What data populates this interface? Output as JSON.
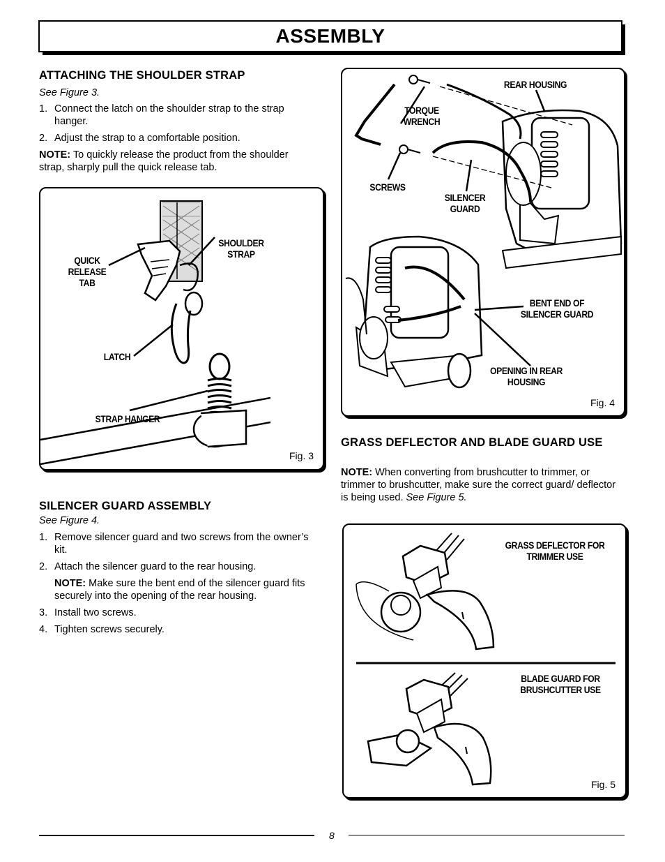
{
  "page": {
    "title": "ASSEMBLY",
    "page_number": "8"
  },
  "shoulder_strap": {
    "heading": "ATTACHING THE SHOULDER STRAP",
    "see_figure": "See Figure 3.",
    "steps": [
      {
        "num": "1.",
        "text": "Connect the latch on the shoulder strap to the strap hanger."
      },
      {
        "num": "2.",
        "text": "Adjust the strap to a comfortable position."
      }
    ],
    "note_label": "NOTE:",
    "note_text": " To quickly release the product from the shoulder strap, sharply pull the quick release tab."
  },
  "fig3": {
    "labels": {
      "quick_release_tab": "QUICK RELEASE TAB",
      "shoulder_strap": "SHOULDER STRAP",
      "latch": "LATCH",
      "strap_hanger": "STRAP HANGER"
    },
    "caption": "Fig. 3"
  },
  "silencer": {
    "heading": "SILENCER GUARD ASSEMBLY",
    "see_figure": "See Figure 4.",
    "steps": [
      {
        "num": "1.",
        "text": "Remove silencer guard and two screws from the owner’s kit."
      },
      {
        "num": "2.",
        "text": "Attach the silencer guard to the rear housing."
      },
      {
        "num": "3.",
        "text": "Install two screws."
      },
      {
        "num": "4.",
        "text": "Tighten screws securely."
      }
    ],
    "note_label": "NOTE:",
    "note_text": "  Make sure the bent end of the silencer guard fits securely into the opening of the rear housing."
  },
  "fig4": {
    "labels": {
      "rear_housing": "REAR HOUSING",
      "torque_wrench": "TORQUE WRENCH",
      "screws": "SCREWS",
      "silencer_guard": "SILENCER GUARD",
      "bent_end": "BENT END OF SILENCER GUARD",
      "opening": "OPENING IN REAR HOUSING"
    },
    "caption": "Fig. 4"
  },
  "deflector": {
    "heading": "GRASS DEFLECTOR AND BLADE GUARD USE",
    "note_label": "NOTE:",
    "note_text": "  When converting from brushcutter to trimmer, or trimmer to brushcutter, make sure the correct guard/ deflector is being used. ",
    "see_figure": "See Figure 5."
  },
  "fig5": {
    "labels": {
      "grass_deflector": "GRASS DEFLECTOR FOR TRIMMER USE",
      "blade_guard": "BLADE GUARD FOR BRUSHCUTTER USE"
    },
    "caption": "Fig. 5"
  }
}
